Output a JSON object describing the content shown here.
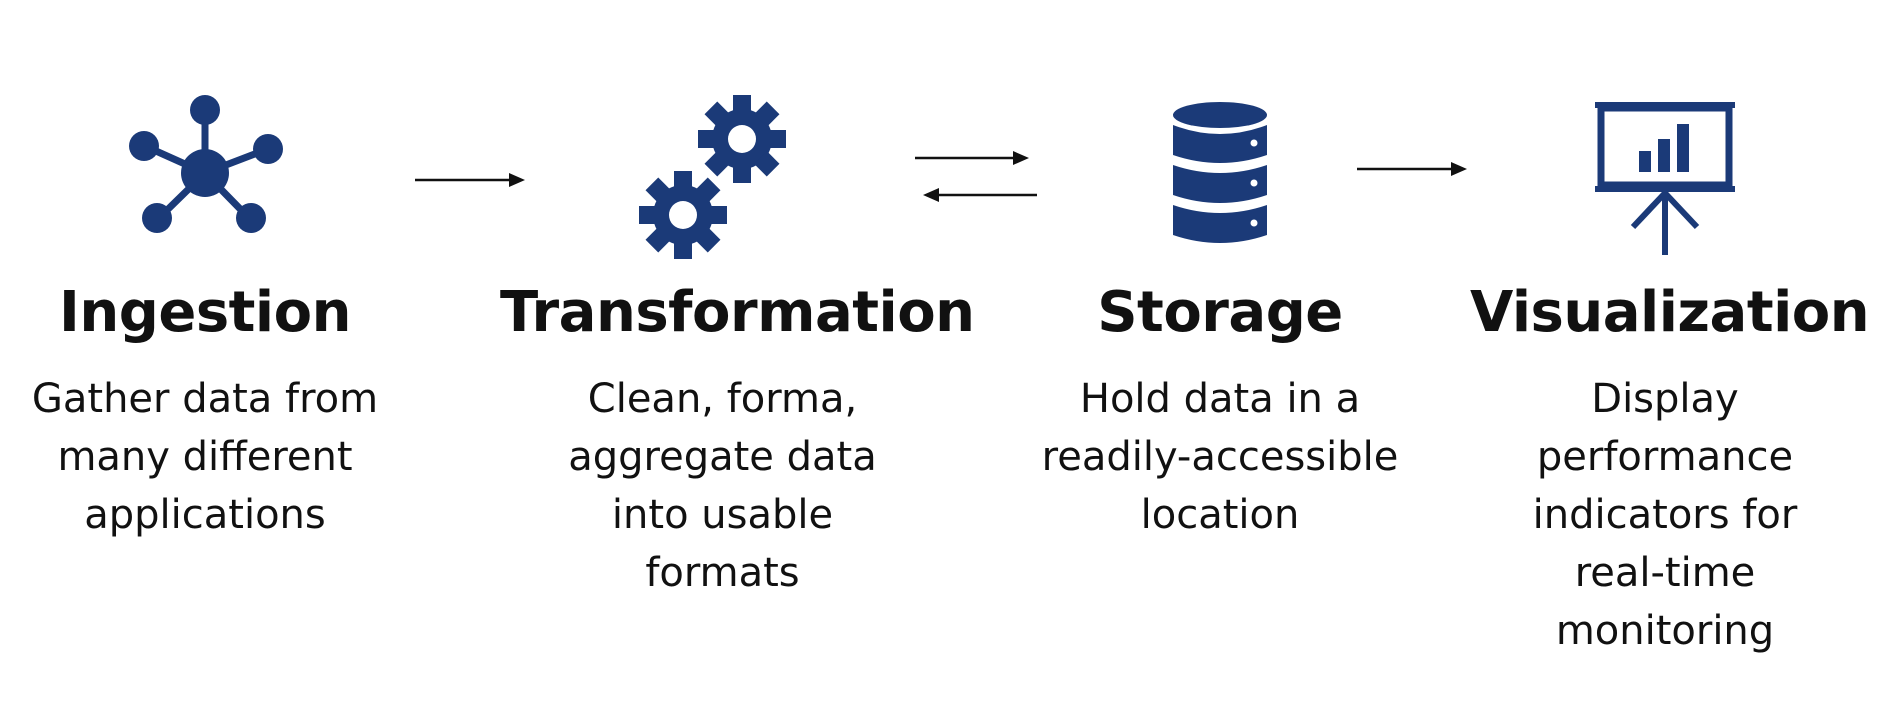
{
  "colors": {
    "icon": "#1b3a78",
    "text": "#111111",
    "arrow": "#111111"
  },
  "steps": [
    {
      "title": "Ingestion",
      "description": "Gather data from\nmany different\napplications",
      "icon": "network-hub-icon"
    },
    {
      "title": "Transformation",
      "description": "Clean, forma,\naggregate data\ninto usable\nformats",
      "icon": "gears-icon"
    },
    {
      "title": "Storage",
      "description": "Hold data in a\nreadily-accessible\nlocation",
      "icon": "database-icon"
    },
    {
      "title": "Visualization",
      "description": "Display\nperformance\nindicators for\nreal-time\nmonitoring",
      "icon": "presentation-chart-icon"
    }
  ],
  "connectors": [
    {
      "from": "Ingestion",
      "to": "Transformation",
      "direction": "forward"
    },
    {
      "from": "Transformation",
      "to": "Storage",
      "direction": "bidirectional"
    },
    {
      "from": "Storage",
      "to": "Visualization",
      "direction": "forward"
    }
  ]
}
